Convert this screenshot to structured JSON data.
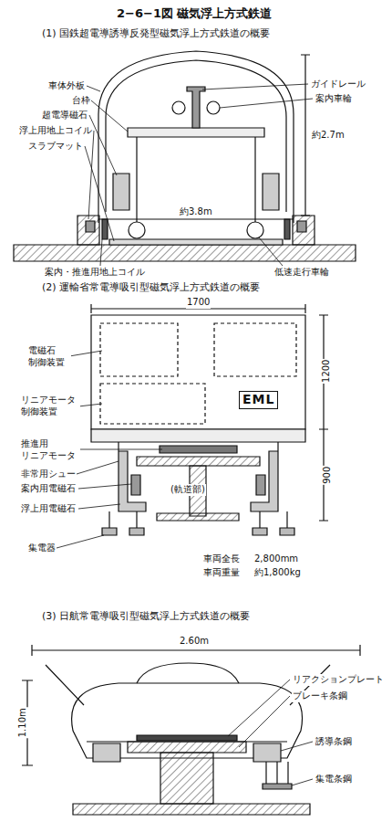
{
  "diagram": {
    "title": "2−6−1図 磁気浮上方式鉄道",
    "labels": [
      "(1) 国鉄超電導誘導反発型磁気浮上方式鉄道の概要",
      "車体外板",
      "台枠",
      "超電導磁石",
      "浮上用地上コイル",
      "スラブマット",
      "ガイドレール",
      "案内車輪",
      "約2.7m",
      "約3.8m",
      "案内・推進用地上コイル",
      "低速走行車輪",
      "(2) 運輸省常電導吸引型磁気浮上方式鉄道の概要",
      "1700",
      "1200",
      "900",
      "電磁石 制御装置",
      "リニアモータ 制御装置",
      "推進用 リニアモータ",
      "非常用シュー",
      "案内用電磁石",
      "浮上用電磁石",
      "集電器",
      "EML",
      "(軌道部)",
      "車両全長",
      "2,800mm",
      "車両重量",
      "約1,800kg",
      "(3) 日航常電導吸引型磁気浮上方式鉄道の概要",
      "2.60m",
      "1.10m",
      "リアクションプレート",
      "ブレーキ条鋼",
      "誘導条鋼",
      "集電条鋼"
    ]
  }
}
